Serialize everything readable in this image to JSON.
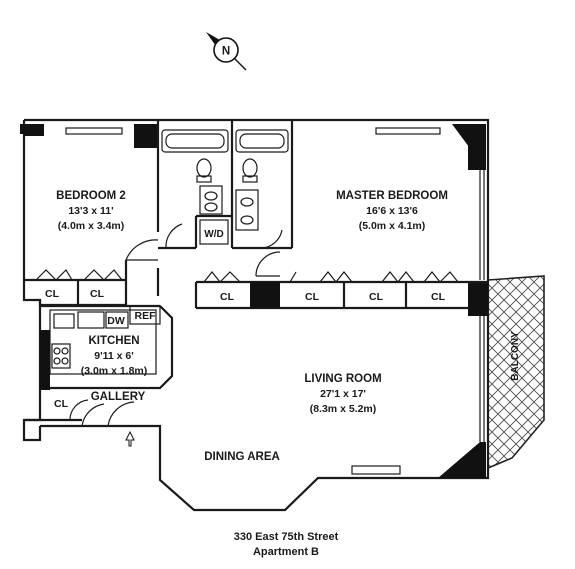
{
  "compass": {
    "letter": "N"
  },
  "rooms": {
    "bedroom2": {
      "name": "BEDROOM 2",
      "dim_imperial": "13'3 x 11'",
      "dim_metric": "(4.0m x 3.4m)"
    },
    "master": {
      "name": "MASTER BEDROOM",
      "dim_imperial": "16'6 x 13'6",
      "dim_metric": "(5.0m x 4.1m)"
    },
    "kitchen": {
      "name": "KITCHEN",
      "dim_imperial": "9'11 x 6'",
      "dim_metric": "(3.0m x 1.8m)"
    },
    "living": {
      "name": "LIVING ROOM",
      "dim_imperial": "27'1 x 17'",
      "dim_metric": "(8.3m x 5.2m)"
    },
    "dining": {
      "name": "DINING AREA"
    },
    "gallery": {
      "name": "GALLERY"
    },
    "balcony": {
      "name": "BALCONY"
    }
  },
  "fixtures": {
    "closet": "CL",
    "washer_dryer": "W/D",
    "dishwasher": "DW",
    "refrigerator": "REF"
  },
  "address": {
    "street": "330 East 75th Street",
    "unit": "Apartment B"
  }
}
